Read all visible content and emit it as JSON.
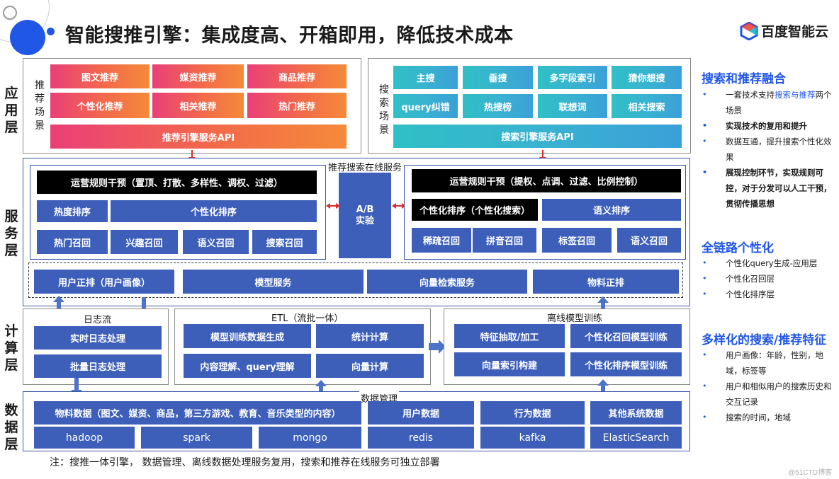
{
  "page": {
    "title": "智能搜推引擎：集成度高、开箱即用，降低技术成本",
    "logo_text": "百度智能云",
    "watermark": "@51CTO博客",
    "note": "注：搜推一体引擎， 数据管理、离线数据处理服务复用，搜索和推荐在线服务可独立部署"
  },
  "colors": {
    "accent_blue": "#2157e6",
    "box_blue": "#3d5fba",
    "arrow_red": "#e02b2b",
    "arrow_blue": "#4a73c9"
  },
  "layers": {
    "app": "应用层",
    "service": "服务层",
    "compute": "计算层",
    "data": "数据层"
  },
  "app_layer": {
    "rec_label": "推荐场景",
    "rec_boxes": [
      "图文推荐",
      "媒资推荐",
      "商品推荐",
      "个性化推荐",
      "相关推荐",
      "热门推荐"
    ],
    "rec_api": "推荐引擎服务API",
    "search_label": "搜索场景",
    "search_boxes": [
      "主搜",
      "垂搜",
      "多字段索引",
      "猜你想搜",
      "query纠错",
      "热搜榜",
      "联想词",
      "相关搜索"
    ],
    "search_api": "搜索引擎服务API"
  },
  "service_layer": {
    "online_title": "推荐搜索在线服务",
    "rec_rule": "运营规则干预（置顶、打散、多样性、调权、过滤）",
    "rec_heat_sort": "热度排序",
    "rec_personal_sort": "个性化排序",
    "rec_recalls": [
      "热门召回",
      "兴趣召回",
      "语义召回",
      "搜索召回"
    ],
    "ab_line1": "A/B",
    "ab_line2": "实验",
    "search_rule": "运营规则干预（提权、点调、过滤、比例控制）",
    "search_personal_sort": "个性化排序（个性化搜索）",
    "search_semantic_sort": "语义排序",
    "search_recalls": [
      "稀疏召回",
      "拼音召回",
      "标签召回",
      "语义召回"
    ],
    "shared": [
      "用户正排（用户画像）",
      "模型服务",
      "向量检索服务",
      "物料正排"
    ]
  },
  "compute_layer": {
    "log_title": "日志流",
    "log_boxes": [
      "实时日志处理",
      "批量日志处理"
    ],
    "etl_title": "ETL（流批一体）",
    "etl_boxes": [
      "模型训练数据生成",
      "统计计算",
      "内容理解、query理解",
      "向量计算"
    ],
    "offline_title": "离线模型训练",
    "offline_boxes": [
      "特征抽取/加工",
      "个性化召回模型训练",
      "向量索引构建",
      "个性化排序模型训练"
    ]
  },
  "data_layer": {
    "title": "数据管理",
    "row1": [
      "物料数据（图文、媒资、商品，第三方游戏、教育、音乐类型的内容）",
      "用户数据",
      "行为数据",
      "其他系统数据"
    ],
    "row2": [
      "hadoop",
      "spark",
      "mongo",
      "redis",
      "kafka",
      "ElasticSearch"
    ]
  },
  "sidebar": {
    "sections": [
      {
        "heading": "搜索和推荐融合",
        "items": [
          {
            "pre": "一套技术支持",
            "hl": "搜索与推荐",
            "post": "两个场景",
            "bold": false
          },
          {
            "pre": "实现技术的复用和提升",
            "hl": "",
            "post": "",
            "bold": true
          },
          {
            "pre": "数据互通，提升搜索个性化效果",
            "hl": "",
            "post": "",
            "bold": false
          },
          {
            "pre": "展现控制环节，实现规则可控，对于分发可以人工干预，贯彻传播思想",
            "hl": "",
            "post": "",
            "bold": true
          }
        ]
      },
      {
        "heading": "全链路个性化",
        "items": [
          {
            "pre": "个性化query生成-应用层",
            "hl": "",
            "post": "",
            "bold": false
          },
          {
            "pre": "个性化召回层",
            "hl": "",
            "post": "",
            "bold": false
          },
          {
            "pre": "个性化排序层",
            "hl": "",
            "post": "",
            "bold": false
          }
        ]
      },
      {
        "heading": "多样化的搜索/推荐特征",
        "items": [
          {
            "pre": "用户画像：年龄，性别，地域，标签等",
            "hl": "",
            "post": "",
            "bold": false
          },
          {
            "pre": "用户和相似用户的搜索历史和交互记录",
            "hl": "",
            "post": "",
            "bold": false
          },
          {
            "pre": "搜索的时间，地域",
            "hl": "",
            "post": "",
            "bold": false
          }
        ]
      }
    ]
  },
  "icons": [
    "circle-ring-icon",
    "cloud-logo-icon",
    "arrow-down-icon",
    "arrow-up-icon",
    "double-arrow-icon",
    "arrow-right-icon"
  ]
}
